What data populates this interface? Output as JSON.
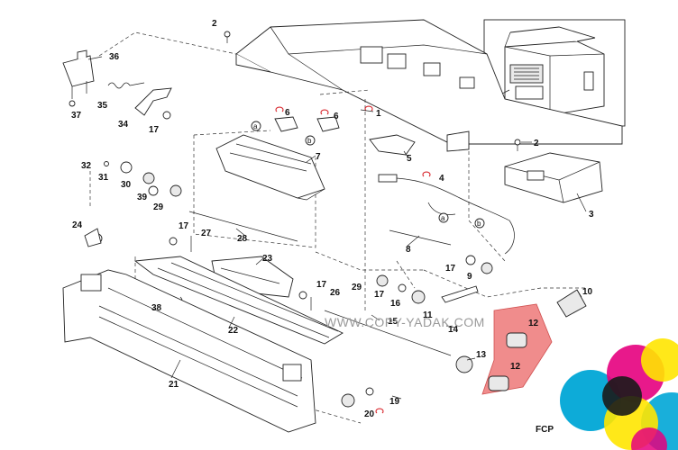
{
  "labels": {
    "p1": "1",
    "p2a": "2",
    "p2b": "2",
    "p3": "3",
    "p4": "4",
    "p5": "5",
    "p6a": "6",
    "p6b": "6",
    "p7": "7",
    "p8": "8",
    "p9": "9",
    "p10": "10",
    "p11": "11",
    "p12a": "12",
    "p12b": "12",
    "p13": "13",
    "p14": "14",
    "p15": "15",
    "p16": "16",
    "p17a": "17",
    "p17b": "17",
    "p17c": "17",
    "p17d": "17",
    "p17e": "17",
    "p19": "19",
    "p20": "20",
    "p21": "21",
    "p22": "22",
    "p23": "23",
    "p24": "24",
    "p26": "26",
    "p27": "27",
    "p28": "28",
    "p29a": "29",
    "p29b": "29",
    "p30": "30",
    "p31": "31",
    "p32": "32",
    "p34": "34",
    "p35": "35",
    "p36": "36",
    "p37": "37",
    "p38": "38",
    "p39": "39"
  },
  "callouts": {
    "a1": "a",
    "b1": "b",
    "a2": "a",
    "b2": "b"
  },
  "watermark": "WWW.COPY-YADAK.COM",
  "corner_code": "FCP",
  "highlight_color": "#f08c8c",
  "logo_colors": [
    "#00a6d6",
    "#e6007e",
    "#ffe600",
    "#1a1a1a"
  ]
}
